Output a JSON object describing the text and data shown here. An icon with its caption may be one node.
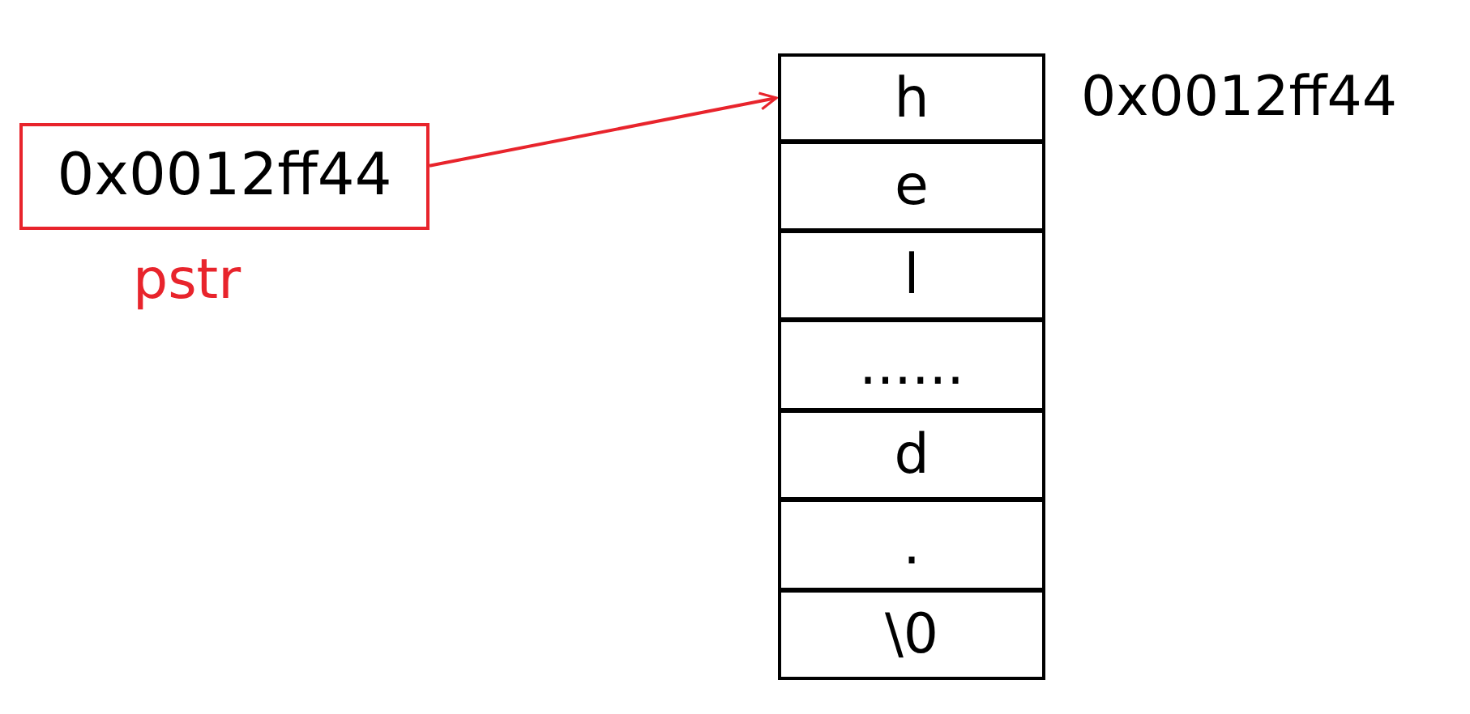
{
  "diagram": {
    "nodes": [
      {
        "text": [
          "0x0012ff44"
        ],
        "beside": [
          "pstr"
        ]
      },
      {
        "text": [
          "h"
        ],
        "beside": [
          "0x0012ff44"
        ]
      },
      {
        "text": [
          "e"
        ]
      },
      {
        "text": [
          "l"
        ]
      },
      {
        "text": [
          "......"
        ]
      },
      {
        "text": [
          "d"
        ]
      },
      {
        "text": [
          "."
        ]
      },
      {
        "text": [
          "\\0"
        ]
      }
    ],
    "edges": [
      {
        "from": 0,
        "to": 1,
        "arrow": "to",
        "color": "#e8242c"
      }
    ]
  }
}
